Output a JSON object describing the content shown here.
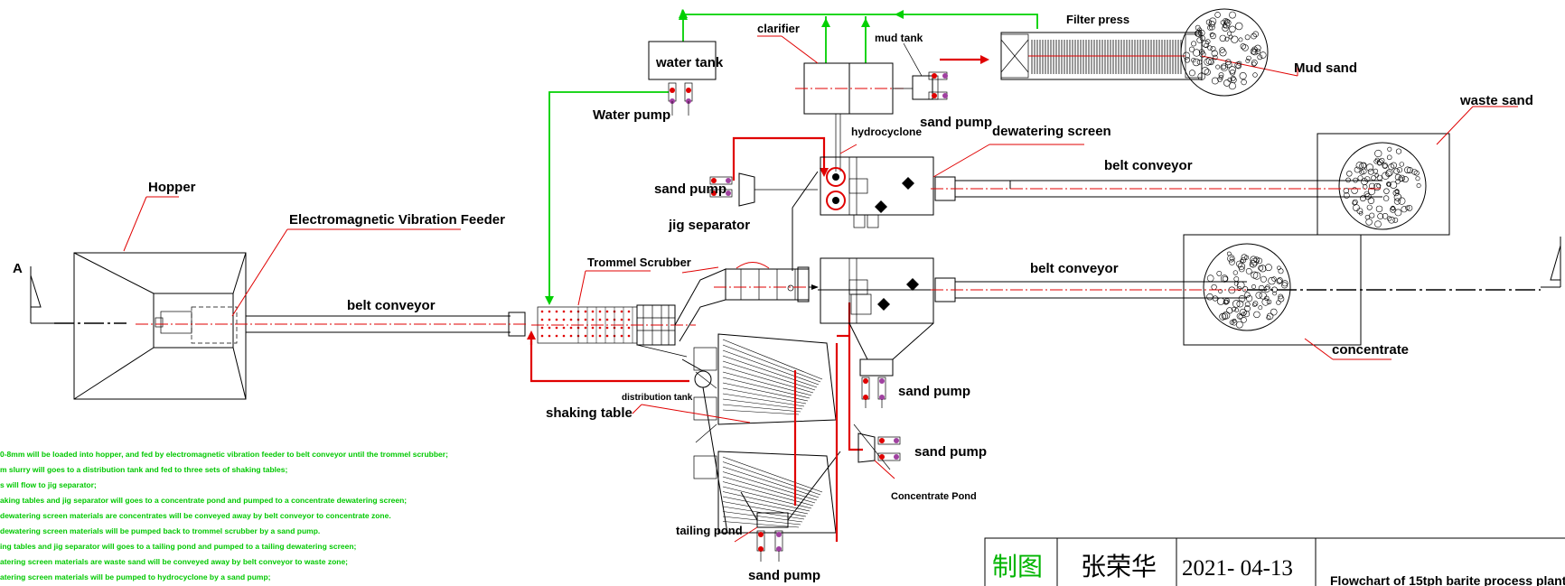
{
  "labels": {
    "hopper": "Hopper",
    "feeder": "Electromagnetic Vibration Feeder",
    "belt_conveyor_main": "belt conveyor",
    "trommel": "Trommel Scrubber",
    "jig": "jig separator",
    "shaking_table": "shaking table",
    "distribution_tank": "distribution tank",
    "tailing_pond": "tailing pond",
    "sand_pump_bottom": "sand pump",
    "sand_pump_right1": "sand pump",
    "sand_pump_right2": "sand pump",
    "sand_pump_left": "sand pump",
    "sand_pump_top": "sand pump",
    "water_tank": "water tank",
    "water_pump": "Water pump",
    "clarifier": "clarifier",
    "mud_tank": "mud tank",
    "filter_press": "Filter press",
    "mud_sand": "Mud sand",
    "hydrocyclone": "hydrocyclone",
    "dewatering_screen": "dewatering screen",
    "belt_conveyor_top": "belt conveyor",
    "belt_conveyor_mid": "belt conveyor",
    "waste_sand": "waste sand",
    "concentrate": "concentrate",
    "concentrate_pond": "Concentrate Pond",
    "section_mark": "A"
  },
  "notes": [
    "0-8mm will be loaded into hopper, and fed by electromagnetic vibration feeder to belt conveyor until the trommel scrubber;",
    "m slurry will goes to a distribution tank and fed to three sets of shaking tables;",
    "s will flow to jig separator;",
    "aking tables and jig separator will goes to a concentrate pond and pumped to a concentrate dewatering screen;",
    " dewatering screen materials are concentrates will be conveyed away by belt conveyor to concentrate zone.",
    " dewatering screen materials will be pumped back to trommel scrubber by a sand pump.",
    "ing tables and jig separator will goes to a tailing pond and pumped to a tailing dewatering screen;",
    "atering screen materials are waste sand will be conveyed away by belt conveyor to waste zone;",
    "atering screen materials will be pumped to hydrocyclone by a sand pump;"
  ],
  "title_block": {
    "label_drawn": "制图",
    "drafter": "张荣华",
    "date": "2021- 04-13",
    "title": "Flowchart of 15tph barite process plant"
  },
  "colors": {
    "water_line": "#00d000",
    "slurry_line": "#e00000",
    "outline": "#000000"
  }
}
